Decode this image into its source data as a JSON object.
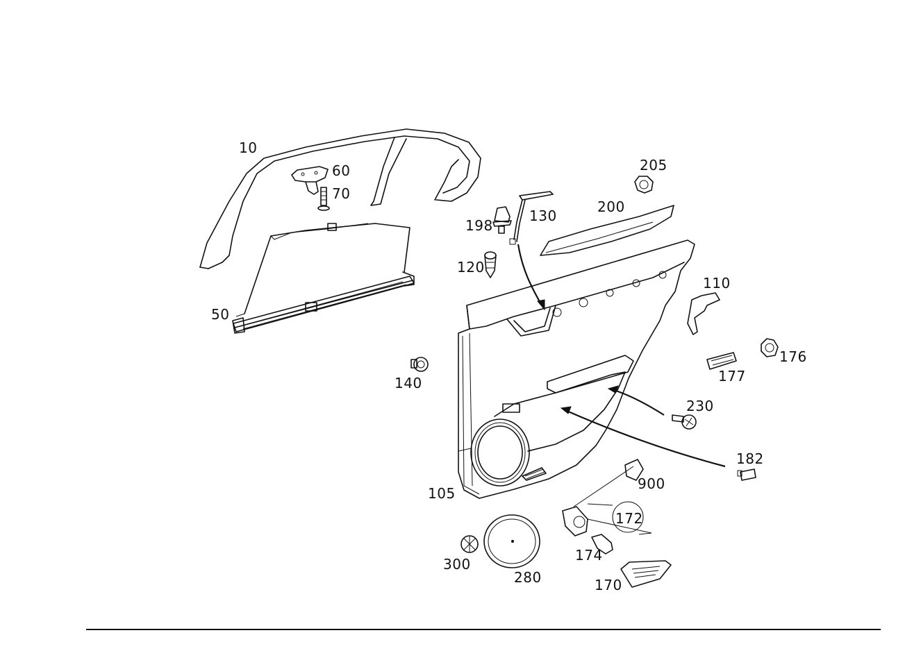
{
  "labels": {
    "p10": "10",
    "p60": "60",
    "p70": "70",
    "p50": "50",
    "p205": "205",
    "p130": "130",
    "p198": "198",
    "p200": "200",
    "p120": "120",
    "p110": "110",
    "p176": "176",
    "p177": "177",
    "p140": "140",
    "p230": "230",
    "p182": "182",
    "p900": "900",
    "p105": "105",
    "p172": "172",
    "p174": "174",
    "p300": "300",
    "p280": "280",
    "p170": "170"
  }
}
